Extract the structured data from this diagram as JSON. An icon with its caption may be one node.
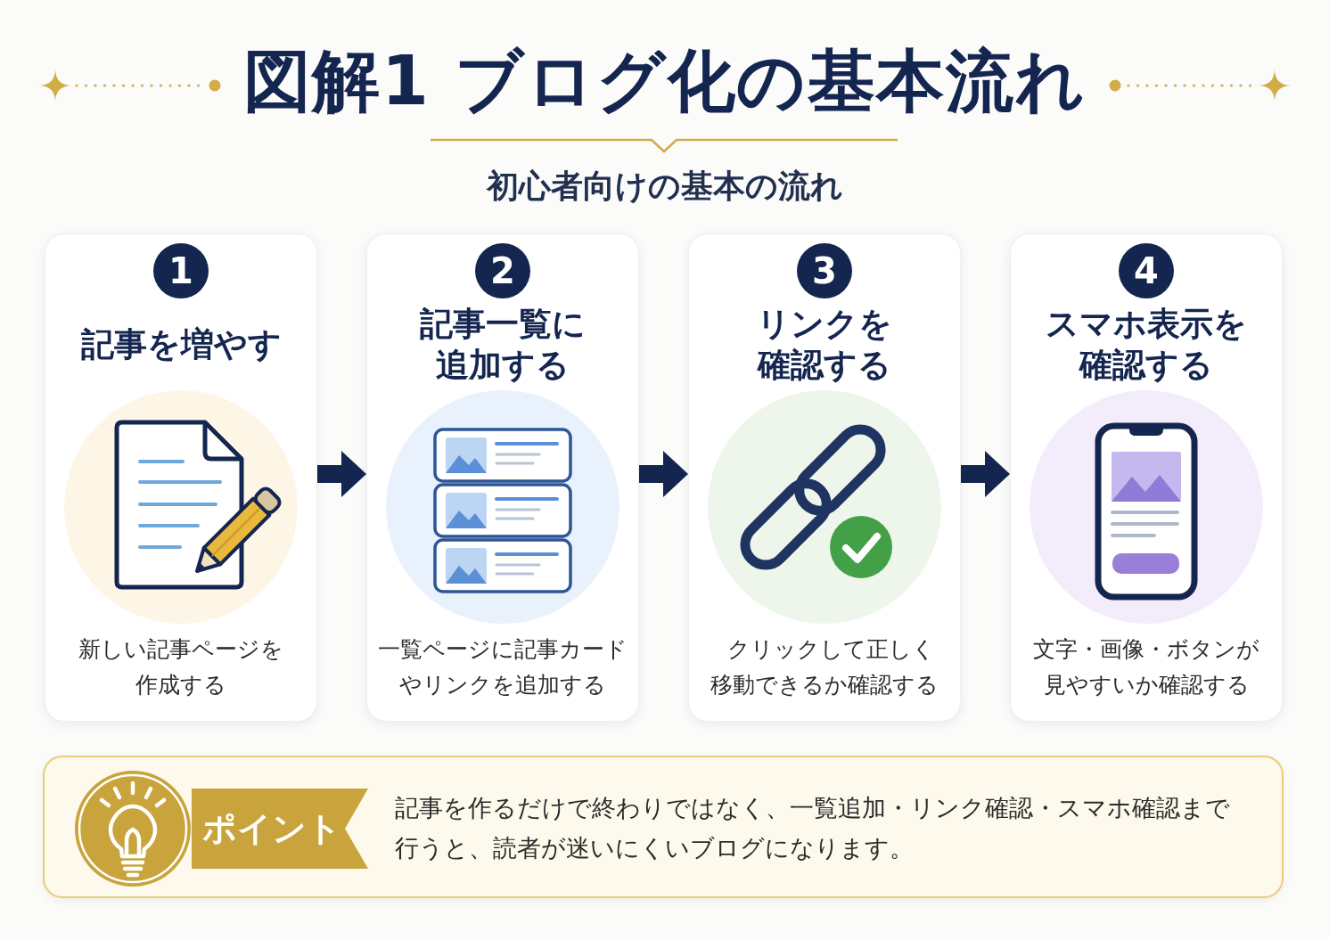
{
  "diagram": {
    "title": "図解1 ブログ化の基本流れ",
    "nodes": [
      {
        "text": [
          "1",
          "記事を増やす",
          "新しい記事ページを作成する"
        ]
      },
      {
        "text": [
          "2",
          "記事一覧に追加する",
          "一覧ページに記事カードやリンクを追加する"
        ]
      },
      {
        "text": [
          "3",
          "リンクを確認する",
          "クリックして正しく移動できるか確認する"
        ]
      },
      {
        "text": [
          "4",
          "スマホ表示を確認する",
          "文字・画像・ボタンが見やすいか確認する"
        ]
      },
      {
        "text": [
          "ポイント",
          "記事を作るだけで終わりではなく、一覧追加・リンク確認・スマホ確認まで行うと、読者が迷いにくいブログになります。"
        ]
      }
    ],
    "edges": [
      {
        "from": 0,
        "to": 1,
        "arrow": "to"
      },
      {
        "from": 1,
        "to": 2,
        "arrow": "to"
      },
      {
        "from": 2,
        "to": 3,
        "arrow": "to"
      }
    ],
    "labels": [
      "初心者向けの基本の流れ"
    ]
  }
}
